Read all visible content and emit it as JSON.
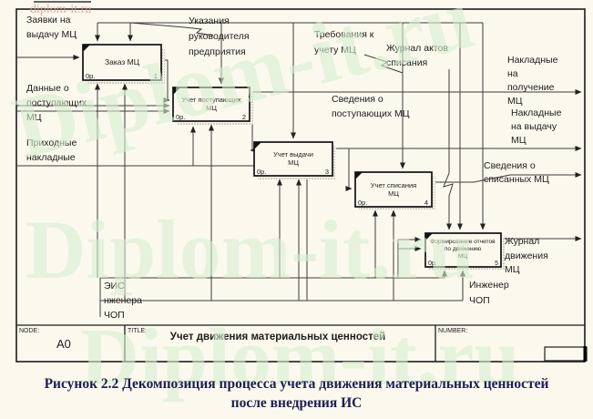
{
  "colors": {
    "background": "#fbf9ee",
    "line": "#3a3a3a",
    "caption_text": "#1d1d52",
    "watermark_green": "#d8efd1",
    "watermark_pink": "#d49a96"
  },
  "watermarks": {
    "small_top_left": "diplom-it.ru",
    "large": "Diplom-it.ru"
  },
  "diagram": {
    "boxes": [
      {
        "title_lines": [
          "Заказ МЦ"
        ],
        "cost": "0р.",
        "number": "1"
      },
      {
        "title_lines": [
          "Учет поступающих",
          "МЦ"
        ],
        "cost": "0р.",
        "number": "2"
      },
      {
        "title_lines": [
          "Учет выдачи",
          "МЦ"
        ],
        "cost": "0р.",
        "number": "3"
      },
      {
        "title_lines": [
          "Учет списания",
          "МЦ"
        ],
        "cost": "0р.",
        "number": "4"
      },
      {
        "title_lines": [
          "Формирование отчетов",
          "по движению",
          "МЦ"
        ],
        "cost": "0р.",
        "number": "5"
      }
    ],
    "labels": {
      "zayavki": {
        "lines": [
          "Заявки на",
          "выдачу МЦ"
        ]
      },
      "dannye": {
        "lines": [
          "Данные о",
          "поступающих",
          "МЦ"
        ]
      },
      "prihodnye": {
        "lines": [
          "Приходные",
          "накладные"
        ]
      },
      "ukazaniya": {
        "lines": [
          "Указания",
          "руководителя",
          "предприятия"
        ]
      },
      "trebovaniya": {
        "lines": [
          "Требования к",
          "учету МЦ"
        ]
      },
      "zhurnal_aktov": {
        "lines": [
          "Журнал актов",
          "списания"
        ]
      },
      "svedeniya_post": {
        "lines": [
          "Сведения о",
          "поступающих МЦ"
        ]
      },
      "nakladnye_poluchenie": {
        "lines": [
          "Накладные",
          "на",
          "получение",
          "МЦ"
        ]
      },
      "nakladnye_vydacha": {
        "lines": [
          "Накладные",
          "на выдачу",
          "МЦ"
        ]
      },
      "svedeniya_spis": {
        "lines": [
          "Сведения о",
          "списанных МЦ"
        ]
      },
      "zhurnal_dvizh": {
        "lines": [
          "Журнал",
          "движения",
          "МЦ"
        ]
      },
      "eis": {
        "lines": [
          "ЭИС",
          "нженера",
          "ЧОП"
        ]
      },
      "inzhener": {
        "lines": [
          "Инженер",
          "ЧОП"
        ]
      }
    }
  },
  "title_block": {
    "node_label": "NODE:",
    "node_value": "A0",
    "title_label": "TITLE:",
    "title_value": "Учет движения  материальных  ценностей",
    "number_label": "NUMBER:"
  },
  "caption": {
    "line1": "Рисунок 2.2 Декомпозиция процесса учета движения материальных ценностей",
    "line2": "после внедрения ИС"
  }
}
